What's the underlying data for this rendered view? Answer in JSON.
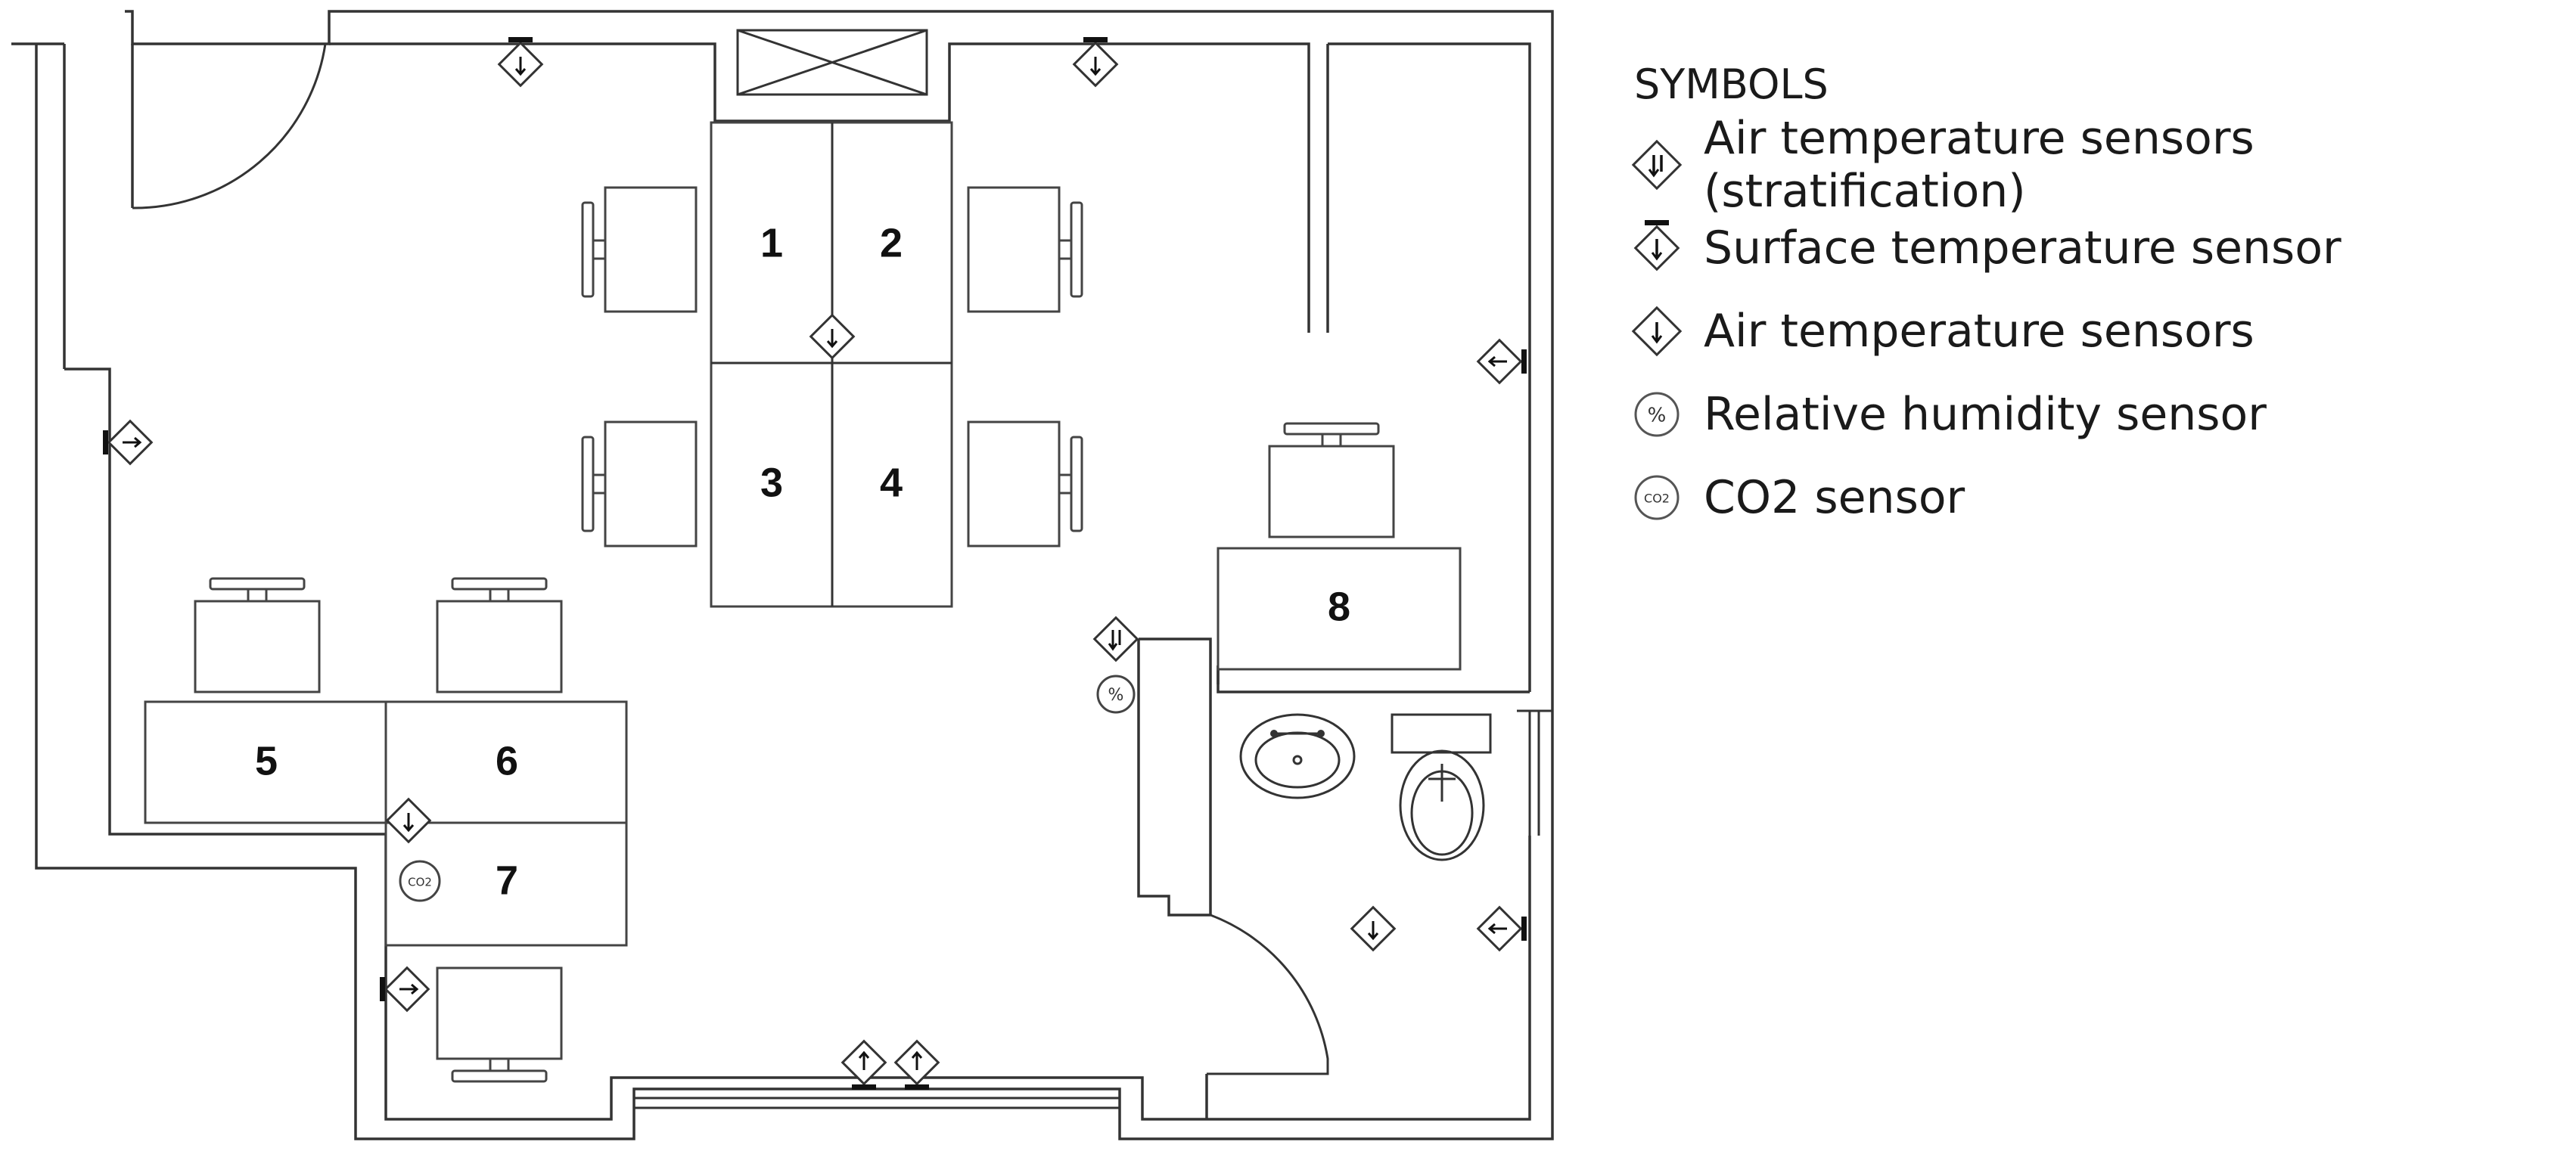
{
  "legend": {
    "title": "SYMBOLS",
    "items": [
      {
        "icon": "air-temp-stratification-icon",
        "label": "Air temperature sensors (stratification)"
      },
      {
        "icon": "surface-temp-sensor-icon",
        "label": "Surface temperature sensor"
      },
      {
        "icon": "air-temp-sensor-icon",
        "label": "Air temperature sensors"
      },
      {
        "icon": "humidity-sensor-icon",
        "label": "Relative humidity sensor"
      },
      {
        "icon": "co2-sensor-icon",
        "label": "CO2 sensor"
      }
    ]
  },
  "desks": [
    "1",
    "2",
    "3",
    "4",
    "5",
    "6",
    "7",
    "8"
  ],
  "colors": {
    "wall": "#333333",
    "text": "#111111"
  }
}
